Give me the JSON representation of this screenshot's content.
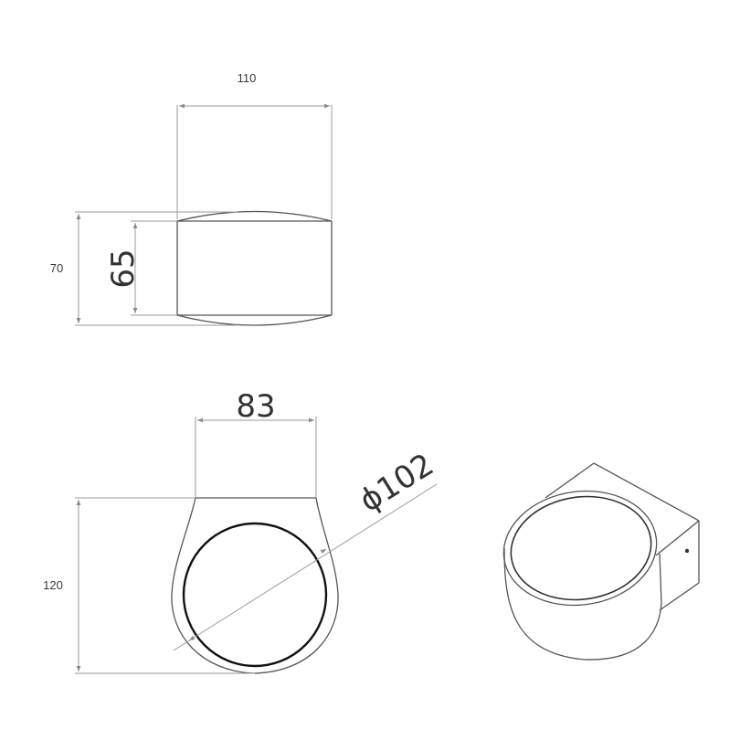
{
  "title": "",
  "colors": {
    "background": "#ffffff",
    "outline": "#555555",
    "dimension_line": "#9a9a9a",
    "opening": "#111111"
  },
  "top_view": {
    "width_dimension": "110",
    "overall_height_dimension": "70",
    "body_height_dimension": "65"
  },
  "front_view": {
    "top_width_dimension": "83",
    "diameter_dimension": "ϕ102",
    "height_dimension": "120"
  },
  "iso_view": {
    "icon": "wall-light-isometric"
  }
}
